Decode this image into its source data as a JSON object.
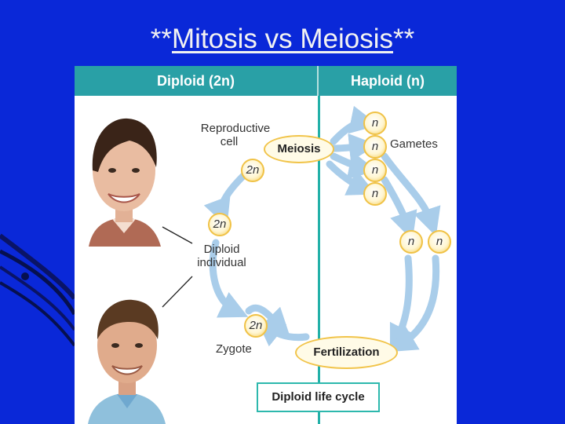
{
  "slide": {
    "title_prefix": "**",
    "title_main": "Mitosis vs Meiosis",
    "title_suffix": "**"
  },
  "figure": {
    "header_left": "Diploid (2n)",
    "header_right": "Haploid (n)",
    "labels": {
      "reproductive_cell_line1": "Reproductive",
      "reproductive_cell_line2": "cell",
      "gametes": "Gametes",
      "diploid_individual_line1": "Diploid",
      "diploid_individual_line2": "individual",
      "zygote": "Zygote"
    },
    "ovals": {
      "meiosis": "Meiosis",
      "fertilization": "Fertilization"
    },
    "cells": {
      "diploid": "2n",
      "haploid": "n"
    },
    "footer_box": "Diploid life cycle"
  },
  "colors": {
    "background": "#0a28d8",
    "header": "#29a0a6",
    "divider": "#22b0a8",
    "arrow": "#a9cdea",
    "cell_border": "#f0c246"
  }
}
